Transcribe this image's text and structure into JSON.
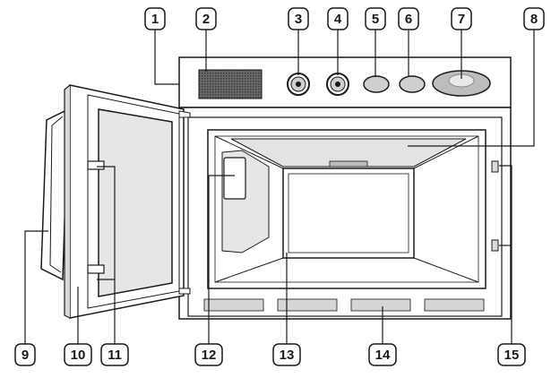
{
  "callouts": [
    {
      "label": "1"
    },
    {
      "label": "2"
    },
    {
      "label": "3"
    },
    {
      "label": "4"
    },
    {
      "label": "5"
    },
    {
      "label": "6"
    },
    {
      "label": "7"
    },
    {
      "label": "8"
    },
    {
      "label": "9"
    },
    {
      "label": "10"
    },
    {
      "label": "11"
    },
    {
      "label": "12"
    },
    {
      "label": "13"
    },
    {
      "label": "14"
    },
    {
      "label": "15"
    }
  ],
  "colors": {
    "line": "#1a1a1a",
    "panel_fill": "#d9d9d9",
    "display": "#555555",
    "vent": "#d0d0d0",
    "window": "#e6e6e6",
    "cavity": "#ffffff"
  }
}
